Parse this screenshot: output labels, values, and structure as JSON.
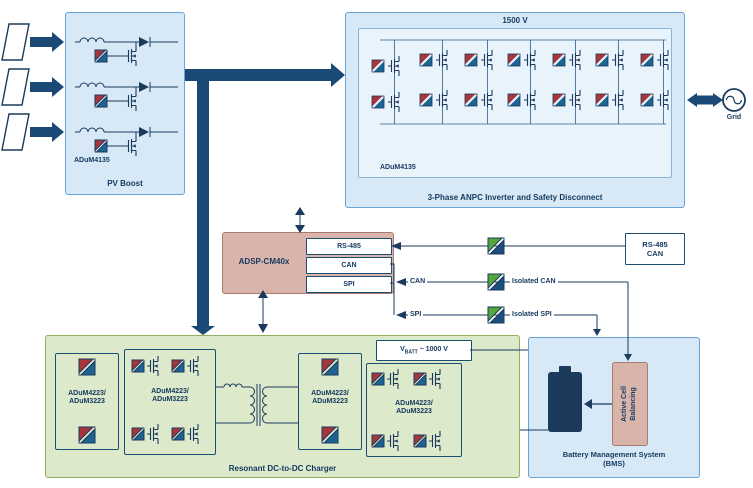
{
  "colors": {
    "navy": "#1b3a5c",
    "bus": "#1b4975",
    "light_blue": "#d7e8f6",
    "pink": "#d9b4ab",
    "green": "#dde9cb",
    "iso_red": "#a8353c",
    "iso_steel": "#1d6493",
    "iso_green": "#55a63c",
    "iso_navy": "#1c4f7c"
  },
  "pv_boost": {
    "chip": "ADuM4135",
    "caption": "PV Boost"
  },
  "inverter": {
    "voltage": "1500 V",
    "chip": "ADuM4135",
    "caption": "3-Phase ANPC Inverter and Safety Disconnect"
  },
  "grid": {
    "label": "Grid"
  },
  "controller": {
    "label": "ADSP-CM40x",
    "port_rs485": "RS-485",
    "port_can": "CAN",
    "port_spi": "SPI"
  },
  "comm": {
    "rs485_box_line1": "RS-485",
    "rs485_box_line2": "CAN",
    "can_label": "CAN",
    "spi_label": "SPI",
    "isolated_can": "Isolated CAN",
    "isolated_spi": "Isolated SPI"
  },
  "charger": {
    "caption": "Resonant DC-to-DC Charger",
    "chip_line1": "ADuM4223/",
    "chip_line2": "ADuM3223",
    "vbatt_v": "V",
    "vbatt_sub": "BATT",
    "vbatt_rest": "~ 1000 V"
  },
  "bms": {
    "caption_line1": "Battery Management System",
    "caption_line2": "(BMS)",
    "balancing_line1": "Active Cell",
    "balancing_line2": "Balancing"
  }
}
